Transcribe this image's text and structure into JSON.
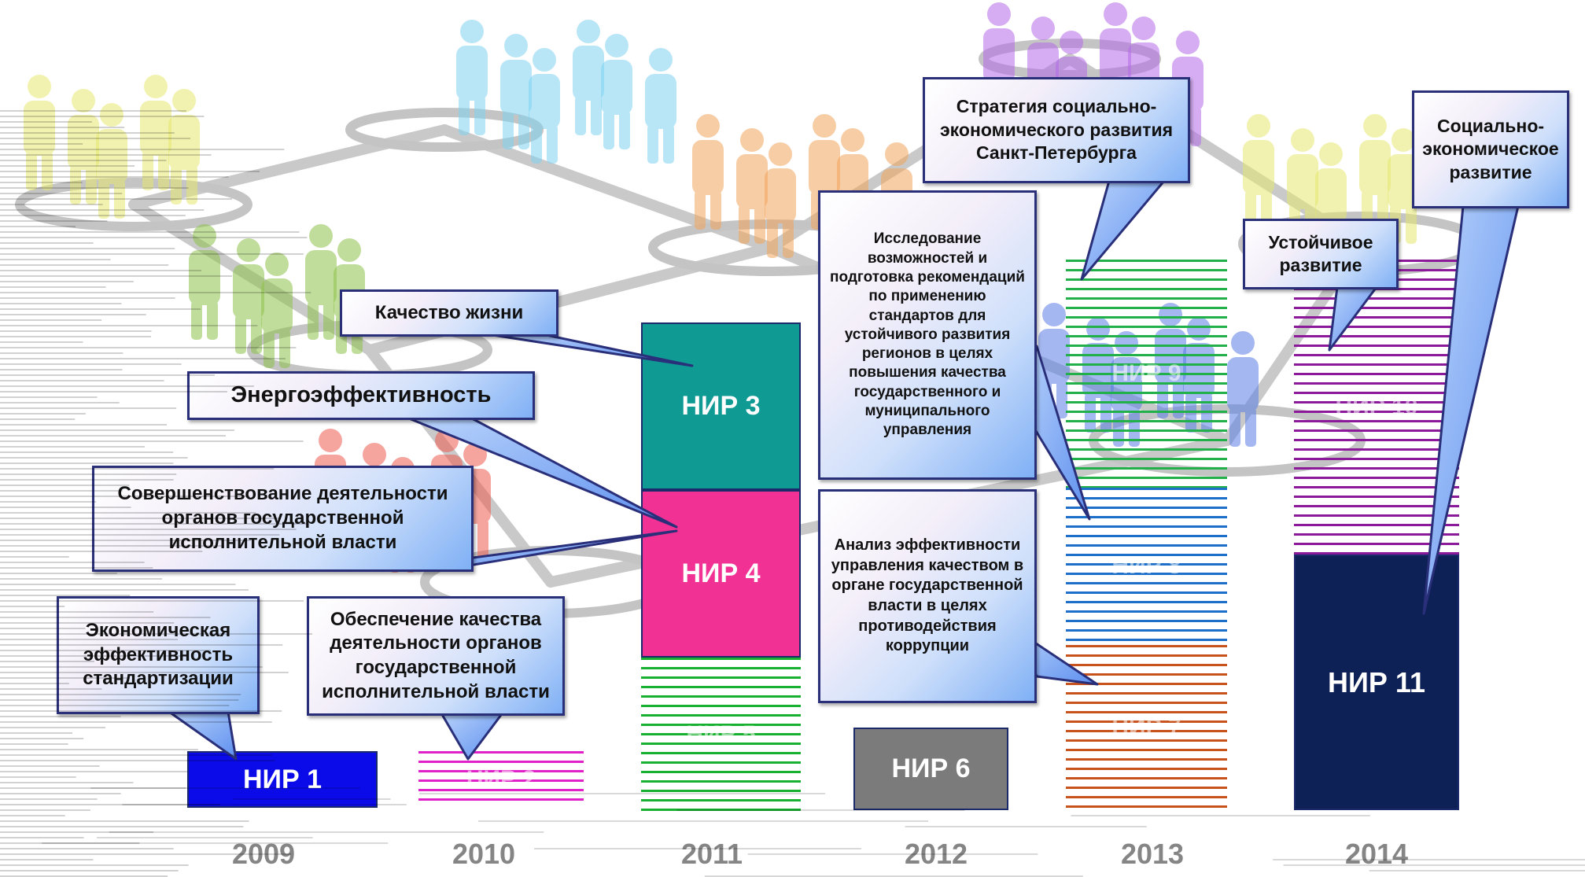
{
  "bars": [
    {
      "id": "nir1",
      "label": "НИР 1",
      "color": "#0b0bea",
      "style": "solid"
    },
    {
      "id": "nir2",
      "label": "НИР 2",
      "color": "#e020c8",
      "style": "ghost"
    },
    {
      "id": "nir3",
      "label": "НИР 3",
      "color": "#0f9a94",
      "style": "solid"
    },
    {
      "id": "nir4",
      "label": "НИР 4",
      "color": "#f23194",
      "style": "solid"
    },
    {
      "id": "nir5",
      "label": "НИР 5",
      "color": "#18b02f",
      "style": "ghost"
    },
    {
      "id": "nir6",
      "label": "НИР 6",
      "color": "#7b7b7b",
      "style": "solid"
    },
    {
      "id": "nir7",
      "label": "НИР 7",
      "color": "#c9531c",
      "style": "ghost"
    },
    {
      "id": "nir8",
      "label": "НИР 8",
      "color": "#1d6fc9",
      "style": "ghost"
    },
    {
      "id": "nir9",
      "label": "НИР 9",
      "color": "#22b04a",
      "style": "ghost"
    },
    {
      "id": "nir10",
      "label": "НИР 10",
      "color": "#8a1a9a",
      "style": "ghost"
    },
    {
      "id": "nir11",
      "label": "НИР 11",
      "color": "#0d2157",
      "style": "solid"
    }
  ],
  "callouts": [
    {
      "id": "economic-efficiency",
      "text": "Экономическая эффективность стандартизации"
    },
    {
      "id": "quality-assurance",
      "text": "Обеспечение качества деятельности органов государственной исполнительной власти"
    },
    {
      "id": "improvement",
      "text": "Совершенствование деятельности органов государственной исполнительной власти"
    },
    {
      "id": "energy-efficiency",
      "text": "Энергоэффективность"
    },
    {
      "id": "quality-of-life",
      "text": "Качество жизни"
    },
    {
      "id": "research-standards",
      "text": "Исследование возможностей и подготовка рекомендаций по применению стандартов для устойчивого развития регионов в целях повышения качества государственного и муниципального управления"
    },
    {
      "id": "anticorruption",
      "text": "Анализ эффективности управления качеством в органе государственной власти в целях противодействия коррупции"
    },
    {
      "id": "spb-strategy",
      "text": "Стратегия социально-экономического развития Санкт-Петербурга"
    },
    {
      "id": "sustainable",
      "text": "Устойчивое развитие"
    },
    {
      "id": "socio-economic",
      "text": "Социально-экономическое развитие"
    }
  ],
  "years": [
    "2009",
    "2010",
    "2011",
    "2012",
    "2013",
    "2014"
  ],
  "colors": {
    "callout_border": "#2a2f7a",
    "people": [
      "#e6e870",
      "#7fd3f2",
      "#b56be8",
      "#f2a55c",
      "#8fc24a",
      "#ee5b50",
      "#5a7ee6"
    ]
  }
}
